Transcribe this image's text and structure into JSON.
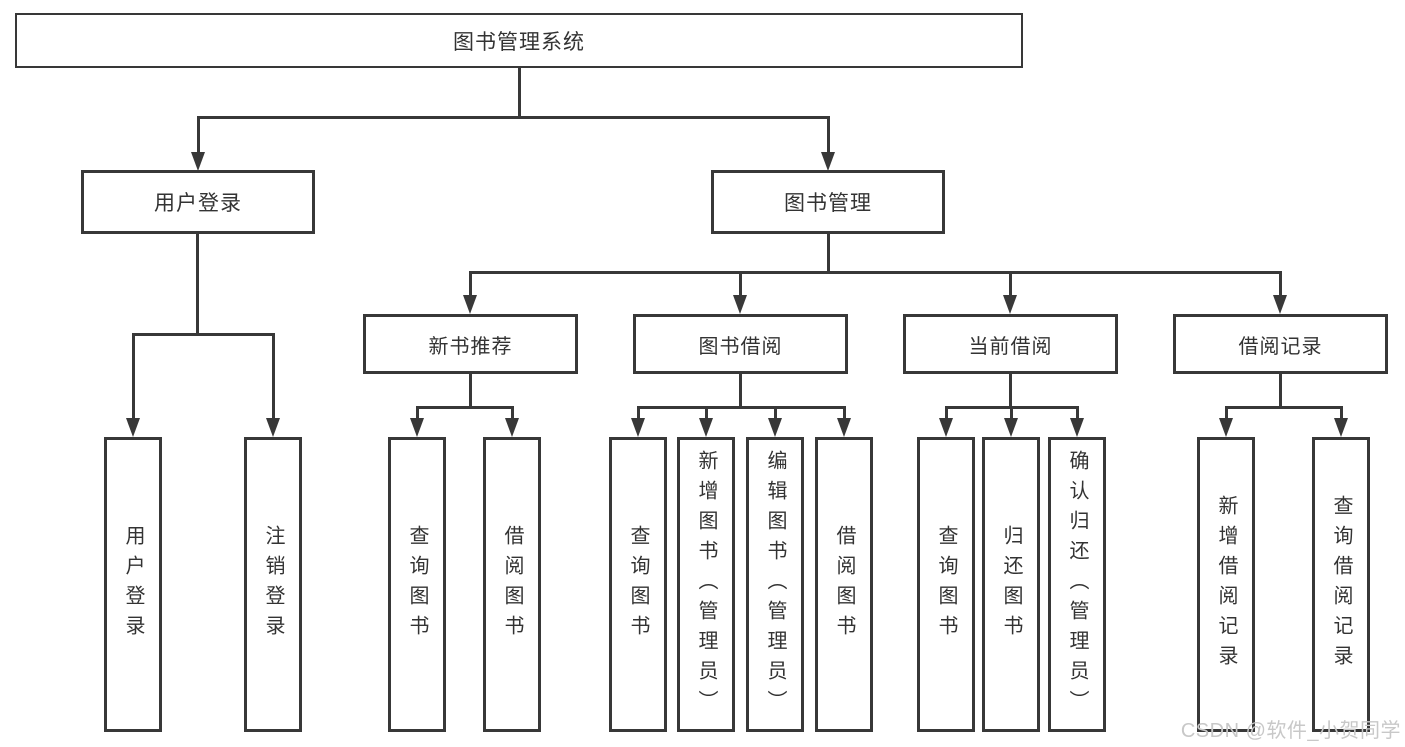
{
  "diagram_title": "图书管理系统",
  "watermark": "CSDN @软件_小贺同学",
  "colors": {
    "line": "#383838",
    "text": "#333333",
    "watermark": "#c8c8c8",
    "background": "#ffffff"
  },
  "nodes": {
    "root": "图书管理系统",
    "login": "用户登录",
    "mgmt": "图书管理",
    "rec": "新书推荐",
    "borrow": "图书借阅",
    "current": "当前借阅",
    "record": "借阅记录",
    "login_user": "用户登录",
    "login_logout": "注销登录",
    "rec_query": "查询图书",
    "rec_borrow": "借阅图书",
    "bor_query": "查询图书",
    "bor_add": "新增图书（管理员）",
    "bor_edit": "编辑图书（管理员）",
    "bor_borrow": "借阅图书",
    "cur_query": "查询图书",
    "cur_return": "归还图书",
    "cur_confirm": "确认归还（管理员）",
    "rcd_add": "新增借阅记录",
    "rcd_query": "查询借阅记录"
  },
  "tree": {
    "图书管理系统": {
      "用户登录": [
        "用户登录",
        "注销登录"
      ],
      "图书管理": {
        "新书推荐": [
          "查询图书",
          "借阅图书"
        ],
        "图书借阅": [
          "查询图书",
          "新增图书（管理员）",
          "编辑图书（管理员）",
          "借阅图书"
        ],
        "当前借阅": [
          "查询图书",
          "归还图书",
          "确认归还（管理员）"
        ],
        "借阅记录": [
          "新增借阅记录",
          "查询借阅记录"
        ]
      }
    }
  }
}
